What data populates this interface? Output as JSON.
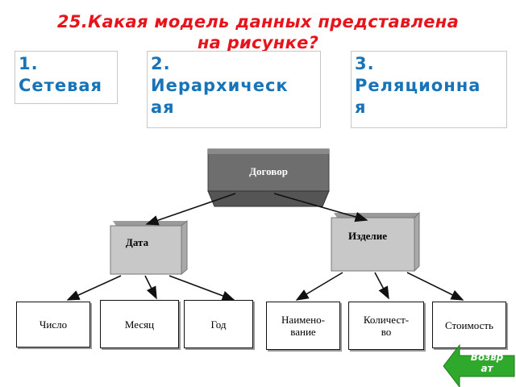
{
  "question": {
    "line1": "25.Какая модель данных представлена",
    "line2": "на рисунке?"
  },
  "options": [
    {
      "num": "1.",
      "text": "Сетевая"
    },
    {
      "num": "2.",
      "text": "Иерархическ",
      "text2": "ая"
    },
    {
      "num": "3.",
      "text": "Реляционна",
      "text2": "я"
    }
  ],
  "diagram": {
    "root": "Договор",
    "level2": [
      "Дата",
      "Изделие"
    ],
    "leaves_date": [
      "Число",
      "Месяц",
      "Год"
    ],
    "leaves_item": [
      [
        "Наимено-",
        "вание"
      ],
      [
        "Количест-",
        "во"
      ],
      [
        "Стоимость"
      ]
    ]
  },
  "return_button": {
    "line1": "Возвр",
    "line2": "ат",
    "color": "#2fa92c"
  },
  "colors": {
    "title": "#e8141c",
    "options": "#1874b8",
    "dark_box": "#6e6e6e",
    "light_box": "#c8c8c8"
  }
}
